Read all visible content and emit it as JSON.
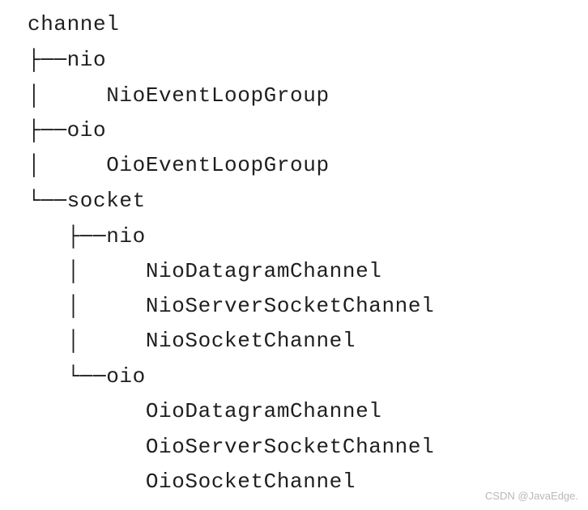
{
  "tree": {
    "lines": [
      "channel",
      "├──nio",
      "│     NioEventLoopGroup",
      "├──oio",
      "│     OioEventLoopGroup",
      "└──socket",
      "   ├──nio",
      "   │     NioDatagramChannel",
      "   │     NioServerSocketChannel",
      "   │     NioSocketChannel",
      "   └──oio",
      "         OioDatagramChannel",
      "         OioServerSocketChannel",
      "         OioSocketChannel"
    ]
  },
  "watermark": "CSDN @JavaEdge."
}
